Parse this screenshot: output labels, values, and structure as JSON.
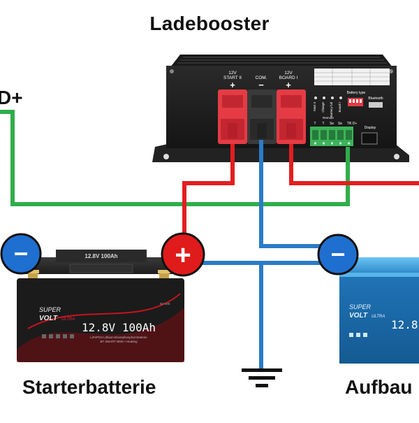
{
  "title": "Ladebooster",
  "labels": {
    "dplus": "D+",
    "starter": "Starterbatterie",
    "aufbau": "Aufbau"
  },
  "booster": {
    "terminal_start": "12V START II",
    "terminal_start_l1": "12V",
    "terminal_start_l2": "START II",
    "terminal_com": "COM.",
    "terminal_board_l1": "12V",
    "terminal_board_l2": "BOARD I",
    "plus": "+",
    "minus": "−",
    "led_start": "Start II",
    "led_charge": "Charge",
    "led_battfull": "Battery full",
    "led_board": "Board I",
    "battery_type": "Battery type",
    "bluetooth": "Bluetooth",
    "remote": "Remote",
    "remote_t1": "T",
    "remote_t2": "T",
    "remote_se": "Se",
    "remote_se2": "Se",
    "tr_dplus": "TR D+",
    "display": "Display"
  },
  "battery_left": {
    "top_label": "12.8V 100Ah",
    "brand_l1": "SUPER",
    "brand_l2": "VOLT",
    "brand_l3": "ULTRA",
    "main_label": "12.8V 100Ah",
    "fine_print": "LiFePO4 Lithium-Eisenphosphat Batterie",
    "fine_print2": "BT SMART BMS • Heating",
    "code": "SV 100"
  },
  "battery_right": {
    "brand_l1": "SUPER",
    "brand_l2": "VOLT",
    "brand_l3": "ULTRA",
    "main_label": "12.8"
  },
  "symbols": {
    "plus": "+",
    "minus": "−"
  },
  "colors": {
    "wire_red": "#e41d20",
    "wire_green": "#2fae4a",
    "wire_blue": "#2b7bc7",
    "terminal_red": "#e53b44",
    "terminal_dark": "#3a3a3a",
    "badge_blue": "#1f6fd0",
    "badge_red": "#e01b1b",
    "device_body": "#1e1e1e",
    "battery_left": "#1b1b1b",
    "battery_right": "#3a9ee0"
  }
}
